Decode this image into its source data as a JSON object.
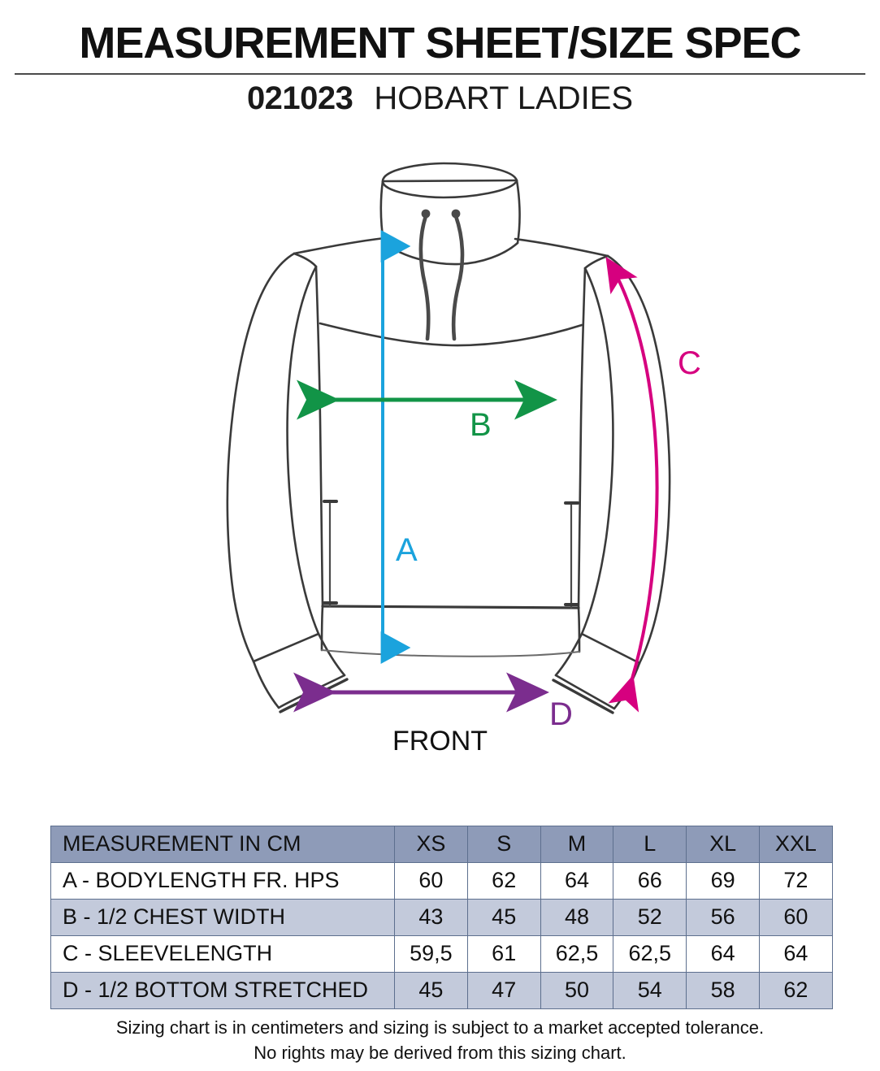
{
  "header": {
    "title": "MEASUREMENT SHEET/SIZE SPEC",
    "style_code": "021023",
    "style_name": "HOBART LADIES"
  },
  "illustration": {
    "view_label": "FRONT",
    "garment": "funnel-neck drawcord pullover sweatshirt, ladies",
    "callouts": [
      {
        "id": "A",
        "label": "A",
        "color": "#1ba3dd",
        "measure": "bodylength from HPS",
        "orientation": "vertical"
      },
      {
        "id": "B",
        "label": "B",
        "color": "#129447",
        "measure": "1/2 chest width",
        "orientation": "horizontal"
      },
      {
        "id": "C",
        "label": "C",
        "color": "#d6007f",
        "measure": "sleevelength",
        "orientation": "curved"
      },
      {
        "id": "D",
        "label": "D",
        "color": "#7b2d8e",
        "measure": "1/2 bottom stretched",
        "orientation": "horizontal"
      }
    ]
  },
  "table": {
    "columns": [
      "MEASUREMENT IN CM",
      "XS",
      "S",
      "M",
      "L",
      "XL",
      "XXL"
    ],
    "rows": [
      {
        "label": "A - BODYLENGTH FR. HPS",
        "values": [
          "60",
          "62",
          "64",
          "66",
          "69",
          "72"
        ]
      },
      {
        "label": "B - 1/2 CHEST WIDTH",
        "values": [
          "43",
          "45",
          "48",
          "52",
          "56",
          "60"
        ]
      },
      {
        "label": "C - SLEEVELENGTH",
        "values": [
          "59,5",
          "61",
          "62,5",
          "62,5",
          "64",
          "64"
        ]
      },
      {
        "label": "D - 1/2 BOTTOM STRETCHED",
        "values": [
          "45",
          "47",
          "50",
          "54",
          "58",
          "62"
        ]
      }
    ]
  },
  "footer": {
    "line1": "Sizing chart is in centimeters and sizing is subject to a market accepted tolerance.",
    "line2": "No rights may be derived from this sizing chart."
  },
  "colors": {
    "table_header_bg": "#8e9bb8",
    "table_row_alt_bg": "#c3cadb",
    "table_border": "#5d6f8e",
    "arrow_a": "#1ba3dd",
    "arrow_b": "#129447",
    "arrow_c": "#d6007f",
    "arrow_d": "#7b2d8e",
    "garment_line": "#3a3a3a"
  }
}
